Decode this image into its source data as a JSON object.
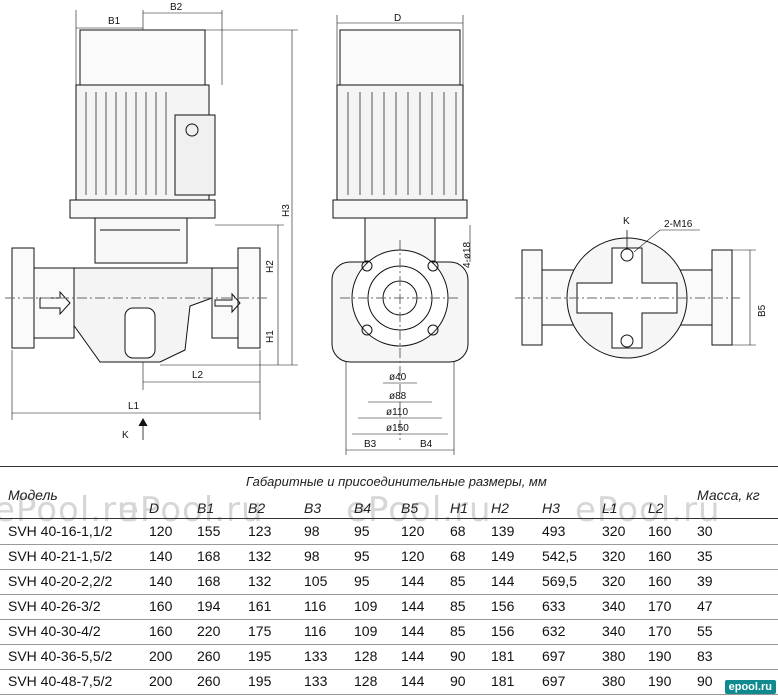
{
  "drawing": {
    "dims": {
      "b1": "B1",
      "b2": "B2",
      "h3": "H3",
      "h2": "H2",
      "h1": "H1",
      "l2": "L2",
      "l1": "L1",
      "k1": "K",
      "d": "D",
      "hole": "4-ø18",
      "d40": "ø40",
      "d88": "ø88",
      "d110": "ø110",
      "d150": "ø150",
      "b3": "B3",
      "b4": "B4",
      "k2": "K",
      "m16": "2-M16",
      "b5": "B5"
    }
  },
  "table": {
    "caption": "Габаритные и присоединительные размеры, мм",
    "model_label": "Модель",
    "mass_label": "Масса, кг",
    "headers": [
      "D",
      "B1",
      "B2",
      "B3",
      "B4",
      "B5",
      "H1",
      "H2",
      "H3",
      "L1",
      "L2"
    ],
    "rows": [
      [
        "SVH 40-16-1,1/2",
        "120",
        "155",
        "123",
        "98",
        "95",
        "120",
        "68",
        "139",
        "493",
        "320",
        "160",
        "30"
      ],
      [
        "SVH 40-21-1,5/2",
        "140",
        "168",
        "132",
        "98",
        "95",
        "120",
        "68",
        "149",
        "542,5",
        "320",
        "160",
        "35"
      ],
      [
        "SVH 40-20-2,2/2",
        "140",
        "168",
        "132",
        "105",
        "95",
        "144",
        "85",
        "144",
        "569,5",
        "320",
        "160",
        "39"
      ],
      [
        "SVH 40-26-3/2",
        "160",
        "194",
        "161",
        "116",
        "109",
        "144",
        "85",
        "156",
        "633",
        "340",
        "170",
        "47"
      ],
      [
        "SVH 40-30-4/2",
        "160",
        "220",
        "175",
        "116",
        "109",
        "144",
        "85",
        "156",
        "632",
        "340",
        "170",
        "55"
      ],
      [
        "SVH 40-36-5,5/2",
        "200",
        "260",
        "195",
        "133",
        "128",
        "144",
        "90",
        "181",
        "697",
        "380",
        "190",
        "83"
      ],
      [
        "SVH 40-48-7,5/2",
        "200",
        "260",
        "195",
        "133",
        "128",
        "144",
        "90",
        "181",
        "697",
        "380",
        "190",
        "90"
      ]
    ]
  },
  "watermarks": [
    "ePool.ru",
    "ePool.ru",
    "ePool.ru",
    "ePool.ru"
  ],
  "logo": "epool.ru"
}
